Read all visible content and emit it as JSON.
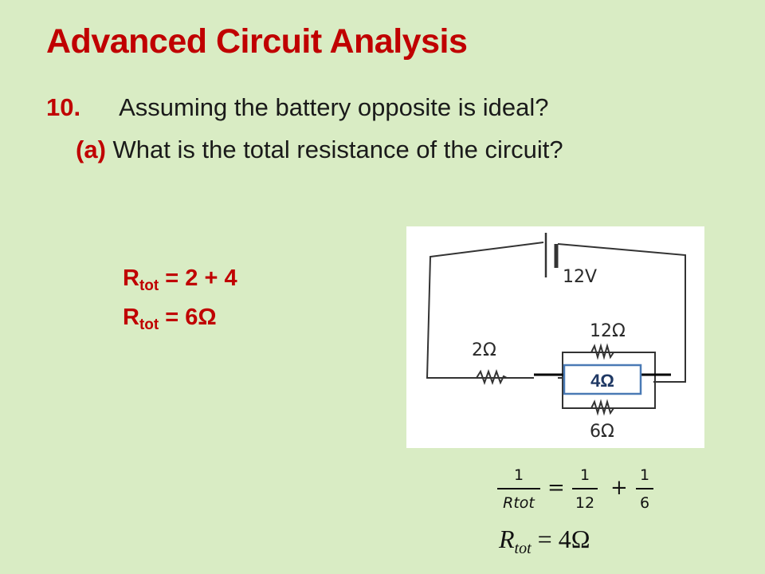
{
  "slide": {
    "title": "Advanced Circuit Analysis",
    "question_number": "10.",
    "question_text": "Assuming the battery opposite is ideal?",
    "part_label": "(a)",
    "part_text": "What is the total resistance of the circuit?"
  },
  "working": {
    "line1_symbol": "R",
    "line1_sub": "tot",
    "line1_rhs": " = 2 + 4",
    "line2_symbol": "R",
    "line2_sub": "tot",
    "line2_rhs": " = 6Ω"
  },
  "circuit": {
    "battery_label": "12V",
    "resistor_series_label": "2Ω",
    "resistor_top_label": "12Ω",
    "resistor_bottom_label": "6Ω",
    "equivalent_label": "4Ω"
  },
  "equation": {
    "lhs_num": "1",
    "lhs_den": "Rtot",
    "equals": "=",
    "t1_num": "1",
    "t1_den": "12",
    "plus": "+",
    "t2_num": "1",
    "t2_den": "6"
  },
  "result": {
    "symbol": "R",
    "sub": "tot",
    "rhs": " = 4Ω"
  },
  "colors": {
    "background": "#d9ecc4",
    "accent": "#c00000",
    "box_border": "#4a7ab5"
  }
}
